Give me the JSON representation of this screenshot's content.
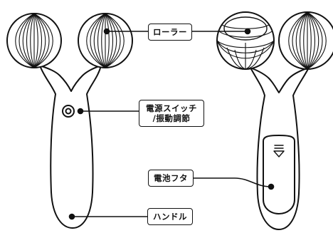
{
  "labels": {
    "roller": "ローラー",
    "power_line1": "電源スイッチ",
    "power_line2": "/振動調節",
    "battery_cover": "電池フタ",
    "handle": "ハンドル"
  },
  "colors": {
    "line": "#111111",
    "background": "#ffffff"
  }
}
